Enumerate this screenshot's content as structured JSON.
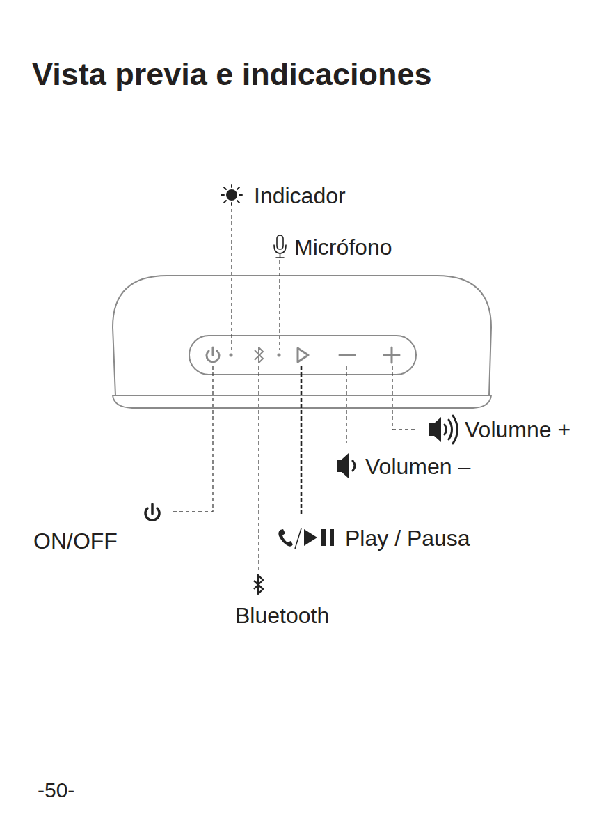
{
  "diagram": {
    "title": "Vista previa e indicaciones",
    "labels": [
      "Indicador",
      "Micrófono",
      "Volumne +",
      "Volumen –",
      "ON/OFF",
      "Play / Pausa",
      "Bluetooth",
      "-50-"
    ]
  }
}
